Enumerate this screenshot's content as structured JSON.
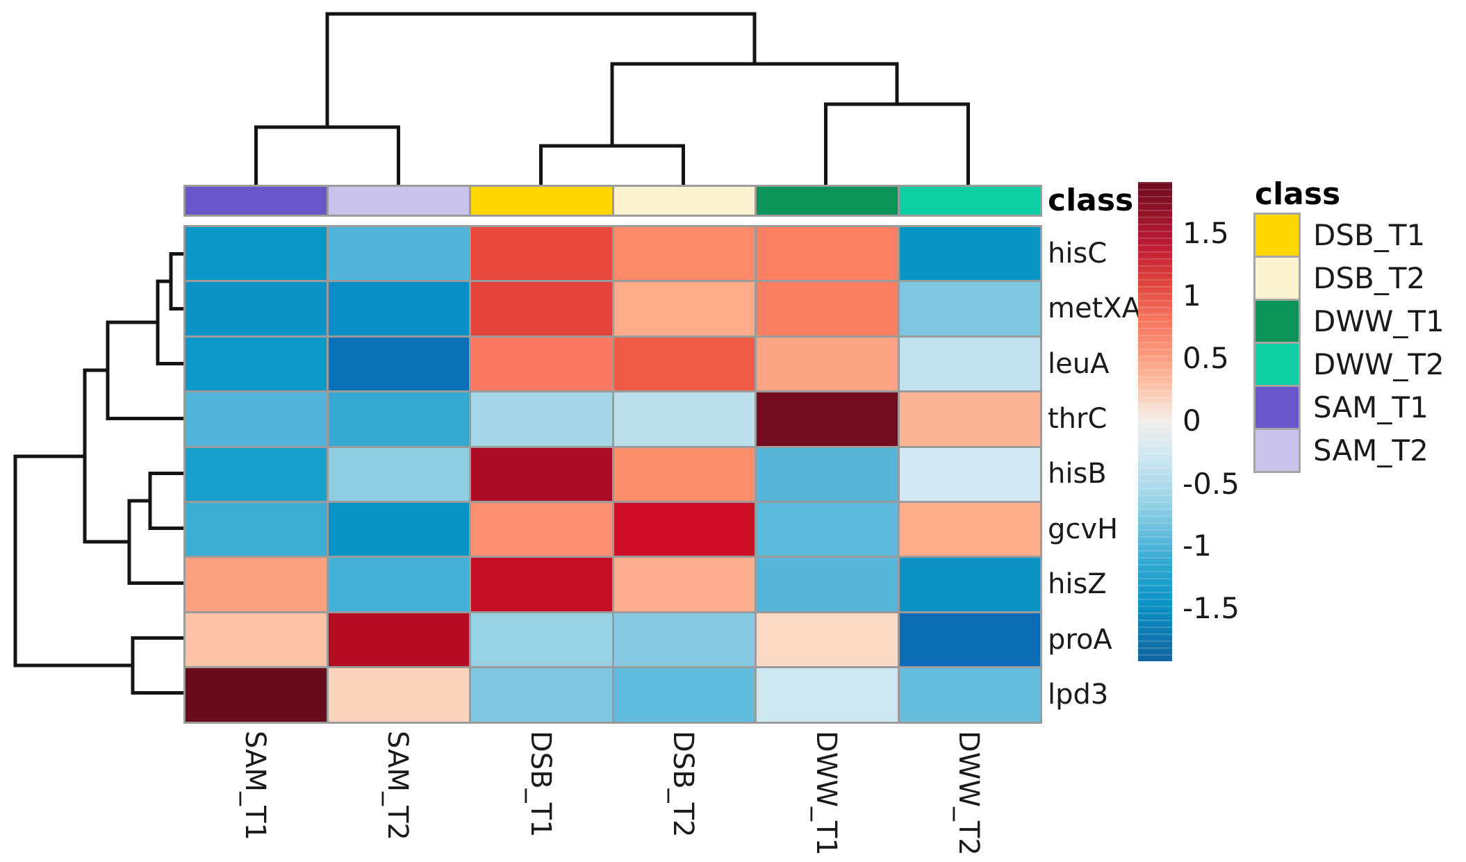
{
  "chart_data": {
    "type": "heatmap",
    "title": "",
    "rows": [
      "hisC",
      "metXA",
      "leuA",
      "thrC",
      "hisB",
      "gcvH",
      "hisZ",
      "proA",
      "lpd3"
    ],
    "columns": [
      "SAM_T1",
      "SAM_T2",
      "DSB_T1",
      "DSB_T2",
      "DWW_T1",
      "DWW_T2"
    ],
    "values": [
      [
        -1.3,
        -0.8,
        1.2,
        0.75,
        0.8,
        -1.3
      ],
      [
        -1.3,
        -1.35,
        1.25,
        0.52,
        0.8,
        -0.55
      ],
      [
        -1.25,
        -1.7,
        0.85,
        1.1,
        0.58,
        -0.28
      ],
      [
        -0.8,
        -1.0,
        -0.4,
        -0.3,
        1.95,
        0.48
      ],
      [
        -1.15,
        -0.45,
        1.75,
        0.72,
        -0.75,
        -0.2
      ],
      [
        -0.9,
        -1.3,
        0.7,
        1.55,
        -0.7,
        0.5
      ],
      [
        0.6,
        -0.85,
        1.6,
        0.5,
        -0.7,
        -1.3
      ],
      [
        0.38,
        1.7,
        -0.45,
        -0.5,
        0.25,
        -1.7
      ],
      [
        2.0,
        0.3,
        -0.6,
        -0.65,
        -0.2,
        -0.65
      ]
    ],
    "cell_colors": [
      [
        "#0b97c6",
        "#54b5da",
        "#e8473c",
        "#fb8a68",
        "#fb7f63",
        "#0a93c5"
      ],
      [
        "#0c94c6",
        "#0a90c4",
        "#e2443c",
        "#fcab8b",
        "#f97e62",
        "#7cc6e0"
      ],
      [
        "#0c99c8",
        "#0a71b8",
        "#f97961",
        "#ef5a45",
        "#fba486",
        "#c3e2ee"
      ],
      [
        "#54b4d9",
        "#35a9d2",
        "#a5d7e8",
        "#bcdfeb",
        "#730b1e",
        "#fbb394"
      ],
      [
        "#16a0cb",
        "#90cde5",
        "#ab0c23",
        "#fb8e6d",
        "#56b5d9",
        "#cfe8f2"
      ],
      [
        "#3eadd4",
        "#0a93c5",
        "#fa9071",
        "#cf0e27",
        "#5db9db",
        "#fcae8d"
      ],
      [
        "#fba181",
        "#47b0d6",
        "#c60d26",
        "#fcae8e",
        "#57b6da",
        "#0c93c5"
      ],
      [
        "#fcc3a7",
        "#b50c24",
        "#97d2e6",
        "#86cae2",
        "#fcd9c4",
        "#0a6cb4"
      ],
      [
        "#690b1a",
        "#fcd3bd",
        "#7ec7e1",
        "#60bcdc",
        "#cde7f1",
        "#65bedd"
      ]
    ],
    "column_annotation": {
      "label": "class",
      "colors": [
        "#6a55c9",
        "#cbc2ee",
        "#ffd700",
        "#fdf2d0",
        "#0b9459",
        "#0ecfa2"
      ]
    },
    "legend": {
      "title": "class",
      "entries": [
        {
          "label": "DSB_T1",
          "color": "#ffd700"
        },
        {
          "label": "DSB_T2",
          "color": "#fdf2d0"
        },
        {
          "label": "DWW_T1",
          "color": "#0b9459"
        },
        {
          "label": "DWW_T2",
          "color": "#0ecfa2"
        },
        {
          "label": "SAM_T1",
          "color": "#6a55c9"
        },
        {
          "label": "SAM_T2",
          "color": "#cbc2ee"
        }
      ]
    },
    "colorbar": {
      "tick_labels": [
        "1.5",
        "1",
        "0.5",
        "0",
        "-0.5",
        "-1",
        "-1.5"
      ],
      "tick_values": [
        1.5,
        1,
        0.5,
        0,
        -0.5,
        -1,
        -1.5
      ],
      "tick_fractions": [
        0.107,
        0.238,
        0.368,
        0.499,
        0.63,
        0.759,
        0.89
      ],
      "value_range": [
        -1.9,
        1.9
      ],
      "gradient_stops": [
        {
          "pos": 0.0,
          "color": "#6e0a1e"
        },
        {
          "pos": 0.06,
          "color": "#8f1328"
        },
        {
          "pos": 0.13,
          "color": "#bc1b35"
        },
        {
          "pos": 0.2,
          "color": "#d93e39"
        },
        {
          "pos": 0.28,
          "color": "#f4715a"
        },
        {
          "pos": 0.36,
          "color": "#fa9a7c"
        },
        {
          "pos": 0.43,
          "color": "#fcc5ab"
        },
        {
          "pos": 0.5,
          "color": "#f2eeea"
        },
        {
          "pos": 0.57,
          "color": "#cfe7f1"
        },
        {
          "pos": 0.65,
          "color": "#a3d7e9"
        },
        {
          "pos": 0.72,
          "color": "#6fc1de"
        },
        {
          "pos": 0.8,
          "color": "#2ea7d1"
        },
        {
          "pos": 0.88,
          "color": "#0b93c5"
        },
        {
          "pos": 1.0,
          "color": "#11649f"
        }
      ]
    },
    "col_dendrogram": {
      "segments": [
        [
          471,
          20,
          1086,
          20
        ],
        [
          471,
          20,
          471,
          183
        ],
        [
          1086,
          20,
          1086,
          92
        ],
        [
          368.5,
          183,
          573.5,
          183
        ],
        [
          368.5,
          183,
          368.5,
          266
        ],
        [
          573.5,
          183,
          573.5,
          266
        ],
        [
          881,
          92,
          1291,
          92
        ],
        [
          881,
          92,
          881,
          210
        ],
        [
          1291,
          92,
          1291,
          150
        ],
        [
          778.5,
          210,
          983.5,
          210
        ],
        [
          778.5,
          210,
          778.5,
          266
        ],
        [
          983.5,
          210,
          983.5,
          266
        ],
        [
          1188.5,
          150,
          1393.5,
          150
        ],
        [
          1188.5,
          150,
          1188.5,
          266
        ],
        [
          1393.5,
          150,
          1393.5,
          266
        ]
      ]
    },
    "row_dendrogram": {
      "segments": [
        [
          22,
          657,
          22,
          958
        ],
        [
          22,
          657,
          122,
          657
        ],
        [
          22,
          958,
          191,
          958
        ],
        [
          122,
          533,
          122,
          780
        ],
        [
          122,
          533,
          155,
          533
        ],
        [
          122,
          780,
          186,
          780
        ],
        [
          155,
          464,
          155,
          602.5
        ],
        [
          155,
          464,
          227,
          464
        ],
        [
          155,
          602.5,
          264,
          602.5
        ],
        [
          227,
          405,
          227,
          523.5
        ],
        [
          227,
          405,
          246,
          405
        ],
        [
          227,
          523.5,
          264,
          523.5
        ],
        [
          246,
          365.5,
          246,
          444.5
        ],
        [
          246,
          365.5,
          264,
          365.5
        ],
        [
          246,
          444.5,
          264,
          444.5
        ],
        [
          186,
          721,
          186,
          839.5
        ],
        [
          186,
          721,
          216,
          721
        ],
        [
          186,
          839.5,
          264,
          839.5
        ],
        [
          216,
          681.5,
          216,
          760.5
        ],
        [
          216,
          681.5,
          264,
          681.5
        ],
        [
          216,
          760.5,
          264,
          760.5
        ],
        [
          191,
          918.5,
          191,
          997.5
        ],
        [
          191,
          918.5,
          264,
          918.5
        ],
        [
          191,
          997.5,
          264,
          997.5
        ]
      ]
    },
    "layout_hints": {
      "legend_position": "right",
      "colorbar_position": "right",
      "row_labels_side": "right",
      "col_labels_rotation_deg": 90,
      "grid_line_color": "#9b9b9b",
      "dendrogram_color": "#141414"
    }
  }
}
